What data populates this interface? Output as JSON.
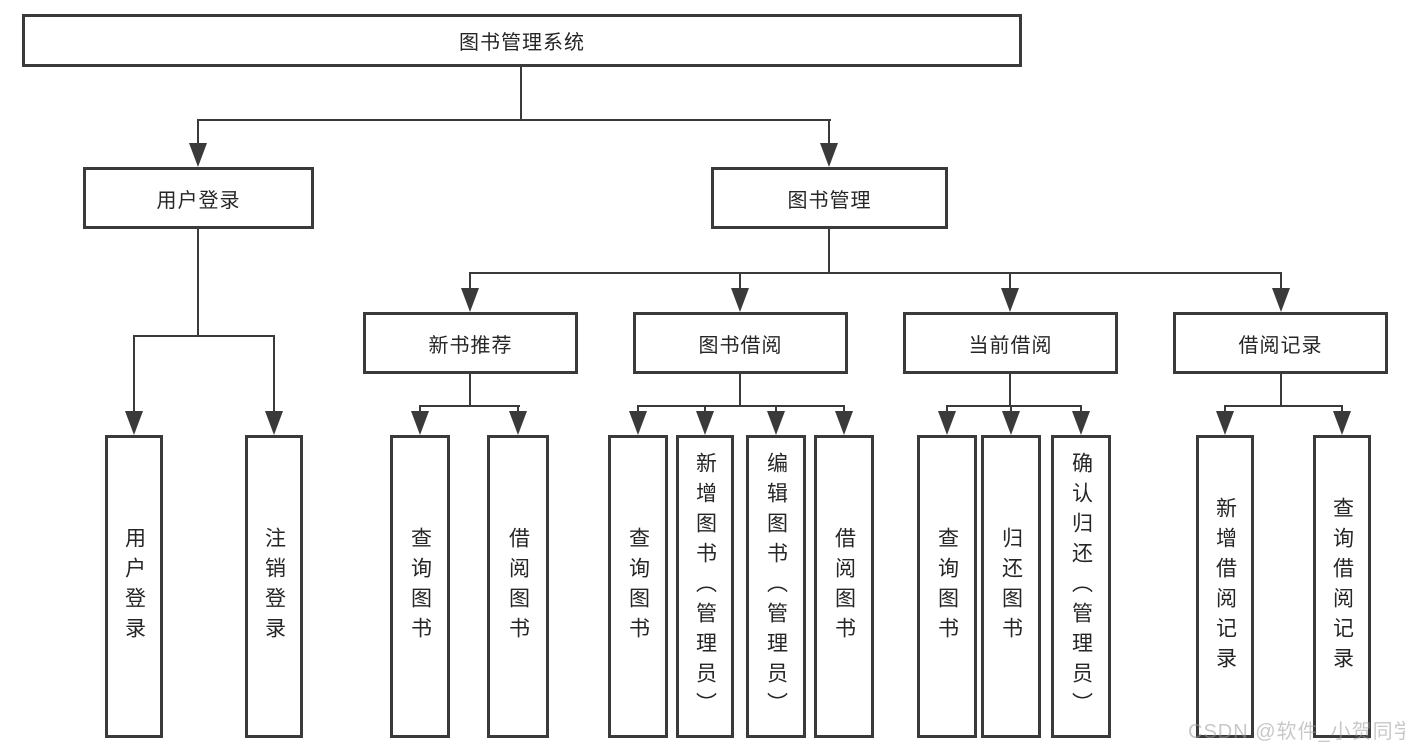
{
  "tree": {
    "root": {
      "label": "图书管理系统"
    },
    "branches": [
      {
        "label": "用户登录",
        "children": [
          {
            "label": "用户登录"
          },
          {
            "label": "注销登录"
          }
        ]
      },
      {
        "label": "图书管理",
        "groups": [
          {
            "label": "新书推荐",
            "children": [
              {
                "label": "查询图书"
              },
              {
                "label": "借阅图书"
              }
            ]
          },
          {
            "label": "图书借阅",
            "children": [
              {
                "label": "查询图书"
              },
              {
                "label": "新增图书（管理员）"
              },
              {
                "label": "编辑图书（管理员）"
              },
              {
                "label": "借阅图书"
              }
            ]
          },
          {
            "label": "当前借阅",
            "children": [
              {
                "label": "查询图书"
              },
              {
                "label": "归还图书"
              },
              {
                "label": "确认归还（管理员）"
              }
            ]
          },
          {
            "label": "借阅记录",
            "children": [
              {
                "label": "新增借阅记录"
              },
              {
                "label": "查询借阅记录"
              }
            ]
          }
        ]
      }
    ]
  },
  "watermark": {
    "text": "CSDN @软件_小贺同学"
  },
  "colors": {
    "line": "#3a3a3a",
    "text": "#262626",
    "background": "#ffffff",
    "watermark": "#9b9b9b"
  }
}
